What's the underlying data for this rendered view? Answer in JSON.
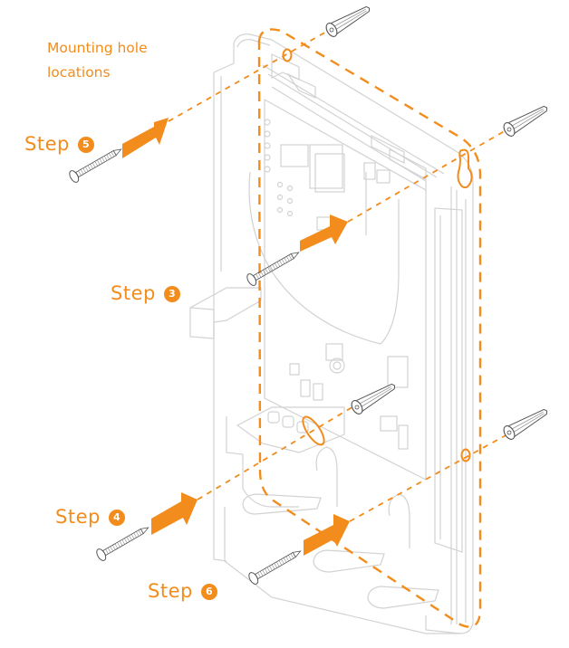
{
  "diagram": {
    "title_line1": "Mounting hole",
    "title_line2": "locations",
    "accent_color": "#f28c1c",
    "device_line_color": "#cfcfcf",
    "hardware_color": "#555555",
    "steps": [
      {
        "id": "step5",
        "label": "Step",
        "number": "5"
      },
      {
        "id": "step3",
        "label": "Step",
        "number": "3"
      },
      {
        "id": "step4",
        "label": "Step",
        "number": "4"
      },
      {
        "id": "step6",
        "label": "Step",
        "number": "6"
      }
    ],
    "components": {
      "screws": [
        "screw-step5",
        "screw-step3",
        "screw-step4",
        "screw-step6"
      ],
      "wall_anchors": [
        "anchor-top",
        "anchor-right-upper",
        "anchor-middle",
        "anchor-right-lower"
      ],
      "mounting_holes": [
        "hole-top-left",
        "keyhole-top-right",
        "slot-lower-left",
        "hole-lower-right"
      ]
    }
  }
}
